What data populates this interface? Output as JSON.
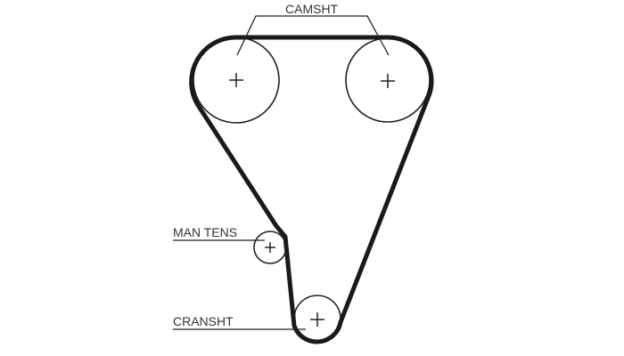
{
  "diagram": {
    "title": "Timing belt routing",
    "labels": {
      "camshaft": "CAMSHT",
      "tensioner": "MAN TENS",
      "crankshaft": "CRANSHT"
    },
    "colors": {
      "belt": "#1a1a1a",
      "line": "#222222",
      "text": "#333333"
    }
  }
}
